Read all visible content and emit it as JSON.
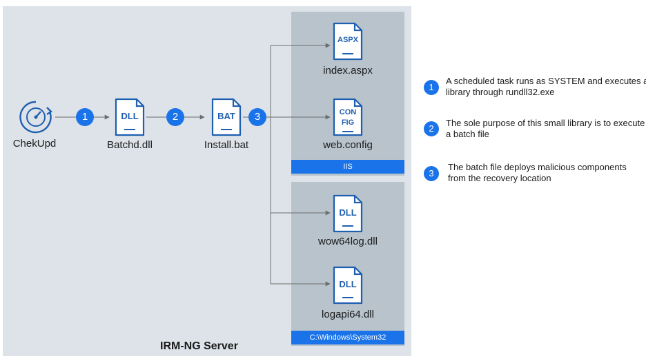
{
  "server": {
    "title": "IRM-NG Server"
  },
  "groups": {
    "iis": {
      "label": "IIS"
    },
    "system32": {
      "label": "C:\\Windows\\System32"
    }
  },
  "nodes": {
    "chekupd": {
      "label": "ChekUpd",
      "icon": "gauge-icon"
    },
    "batchd": {
      "label": "Batchd.dll",
      "badge": "DLL",
      "icon": "file-icon"
    },
    "install": {
      "label": "Install.bat",
      "badge": "BAT",
      "icon": "file-icon"
    },
    "index": {
      "label": "index.aspx",
      "badge": "ASPX",
      "icon": "file-icon"
    },
    "webconfig": {
      "label": "web.config",
      "badge_line1": "CON",
      "badge_line2": "FIG",
      "icon": "file-icon"
    },
    "wow64log": {
      "label": "wow64log.dll",
      "badge": "DLL",
      "icon": "file-icon"
    },
    "logapi64": {
      "label": "logapi64.dll",
      "badge": "DLL",
      "icon": "file-icon"
    }
  },
  "steps": [
    "1",
    "2",
    "3"
  ],
  "legend": [
    {
      "number": "1",
      "text": "A scheduled task runs as SYSTEM and executes a library through rundll32.exe"
    },
    {
      "number": "2",
      "text": "The sole purpose of this small library is to execute a batch file"
    },
    {
      "number": "3",
      "text": "The batch file deploys malicious components from the recovery location"
    }
  ],
  "colors": {
    "accent": "#1a73e8",
    "panel": "#dde3e8",
    "group": "#b8c3cc",
    "icon": "#1f5fb0"
  }
}
